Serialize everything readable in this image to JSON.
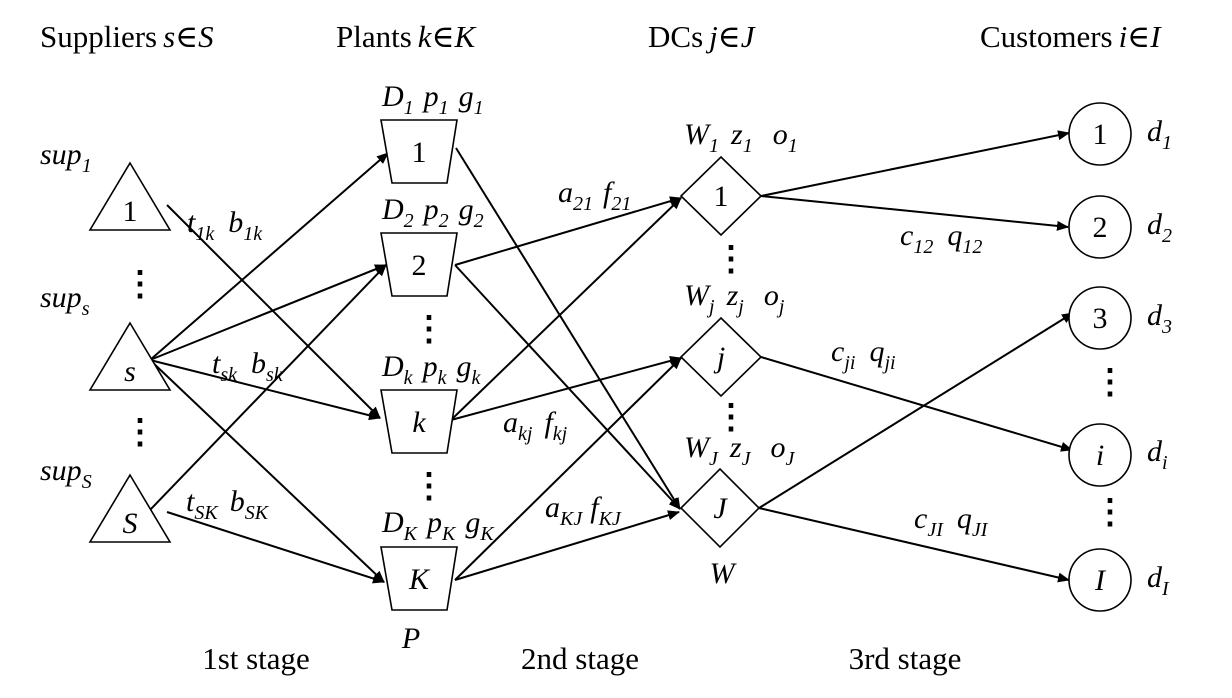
{
  "headers": {
    "suppliers": {
      "word": "Suppliers",
      "var": "s",
      "set": "S"
    },
    "plants": {
      "word": "Plants",
      "var": "k",
      "set": "K"
    },
    "dcs": {
      "word": "DCs",
      "var": "j",
      "set": "J"
    },
    "customers": {
      "word": "Customers",
      "var": "i",
      "set": "I"
    },
    "element_of": "∈"
  },
  "suppliers": [
    {
      "id": "1",
      "cap_base": "sup",
      "cap_sub": "1"
    },
    {
      "id": "s",
      "cap_base": "sup",
      "cap_sub": "s"
    },
    {
      "id": "S",
      "cap_base": "sup",
      "cap_sub": "S"
    }
  ],
  "plants": [
    {
      "id": "1",
      "D": "D",
      "D_sub": "1",
      "p": "p",
      "p_sub": "1",
      "g": "g",
      "g_sub": "1"
    },
    {
      "id": "2",
      "D": "D",
      "D_sub": "2",
      "p": "p",
      "p_sub": "2",
      "g": "g",
      "g_sub": "2"
    },
    {
      "id": "k",
      "D": "D",
      "D_sub": "k",
      "p": "p",
      "p_sub": "k",
      "g": "g",
      "g_sub": "k"
    },
    {
      "id": "K",
      "D": "D",
      "D_sub": "K",
      "p": "p",
      "p_sub": "K",
      "g": "g",
      "g_sub": "K"
    }
  ],
  "plants_set_label": "P",
  "dcs": [
    {
      "id": "1",
      "W": "W",
      "W_sub": "1",
      "z": "z",
      "z_sub": "1",
      "o": "o",
      "o_sub": "1"
    },
    {
      "id": "j",
      "W": "W",
      "W_sub": "j",
      "z": "z",
      "z_sub": "j",
      "o": "o",
      "o_sub": "j"
    },
    {
      "id": "J",
      "W": "W",
      "W_sub": "J",
      "z": "z",
      "z_sub": "J",
      "o": "o",
      "o_sub": "J"
    }
  ],
  "dcs_set_label": "W",
  "customers": [
    {
      "id": "1",
      "d": "d",
      "d_sub": "1"
    },
    {
      "id": "2",
      "d": "d",
      "d_sub": "2"
    },
    {
      "id": "3",
      "d": "d",
      "d_sub": "3"
    },
    {
      "id": "i",
      "d": "d",
      "d_sub": "i"
    },
    {
      "id": "I",
      "d": "d",
      "d_sub": "I"
    }
  ],
  "edge_labels": {
    "t1k": {
      "a": "t",
      "a_sub": "1k",
      "b": "b",
      "b_sub": "1k"
    },
    "tsk": {
      "a": "t",
      "a_sub": "sk",
      "b": "b",
      "b_sub": "sk"
    },
    "tSK": {
      "a": "t",
      "a_sub": "SK",
      "b": "b",
      "b_sub": "SK"
    },
    "a21": {
      "a": "a",
      "a_sub": "21",
      "b": "f",
      "b_sub": "21"
    },
    "akj": {
      "a": "a",
      "a_sub": "kj",
      "b": "f",
      "b_sub": "kj"
    },
    "aKJ": {
      "a": "a",
      "a_sub": "KJ",
      "b": "f",
      "b_sub": "KJ"
    },
    "c12": {
      "a": "c",
      "a_sub": "12",
      "b": "q",
      "b_sub": "12"
    },
    "cji": {
      "a": "c",
      "a_sub": "ji",
      "b": "q",
      "b_sub": "ji"
    },
    "cJI": {
      "a": "c",
      "a_sub": "JI",
      "b": "q",
      "b_sub": "JI"
    }
  },
  "stages": [
    "1st stage",
    "2nd stage",
    "3rd stage"
  ],
  "ellipsis": "⋮"
}
